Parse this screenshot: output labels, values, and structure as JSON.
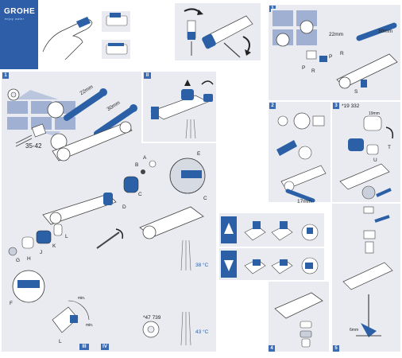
{
  "brand": {
    "name": "GROHE",
    "tagline": "enjoy water"
  },
  "steps": {
    "s1_top": "1",
    "s2": "2",
    "s3": "3",
    "s4": "4",
    "s5": "5",
    "sI": "I",
    "sII": "II",
    "sIII": "III",
    "sIV": "IV"
  },
  "measures": {
    "wrench22": "22mm",
    "wrench30": "30mm",
    "range": "35-42",
    "right22": "22mm",
    "right30": "30mm",
    "part_top": "*19 332",
    "w17": "17mm",
    "w19": "19mm",
    "part_bottom": "*47 739",
    "temp1": "38 °C",
    "temp2": "43 °C",
    "allen": "6mm",
    "min_l": "min.",
    "min_r": "min."
  },
  "parts": {
    "A": "A",
    "B": "B",
    "C": "C",
    "C2": "C",
    "D": "D",
    "E": "E",
    "F": "F",
    "G": "G",
    "H": "H",
    "J": "J",
    "K": "K",
    "L": "L",
    "L2": "L",
    "P": "P",
    "R": "R",
    "P2": "P",
    "R2": "R",
    "S": "S",
    "T": "T",
    "U": "U"
  },
  "colors": {
    "accent": "#2b5fa6",
    "panel": "#e9ebf0",
    "logo": "#2f5ea8"
  }
}
